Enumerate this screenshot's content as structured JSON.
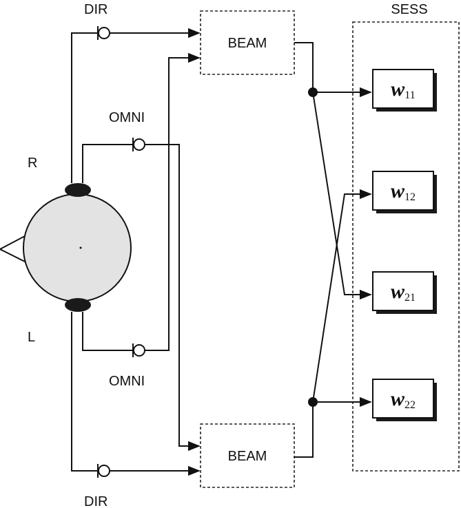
{
  "labels": {
    "dir_top": "DIR",
    "dir_bottom": "DIR",
    "omni_top": "OMNI",
    "omni_bottom": "OMNI",
    "right": "R",
    "left": "L",
    "beam_top": "BEAM",
    "beam_bottom": "BEAM",
    "sess": "SESS"
  },
  "weights": [
    {
      "symbol": "w",
      "sub": "11"
    },
    {
      "symbol": "w",
      "sub": "12"
    },
    {
      "symbol": "w",
      "sub": "21"
    },
    {
      "symbol": "w",
      "sub": "22"
    }
  ],
  "colors": {
    "head_fill": "#e3e3e3",
    "mic_fill": "#1a1a1a",
    "line": "#111111"
  }
}
